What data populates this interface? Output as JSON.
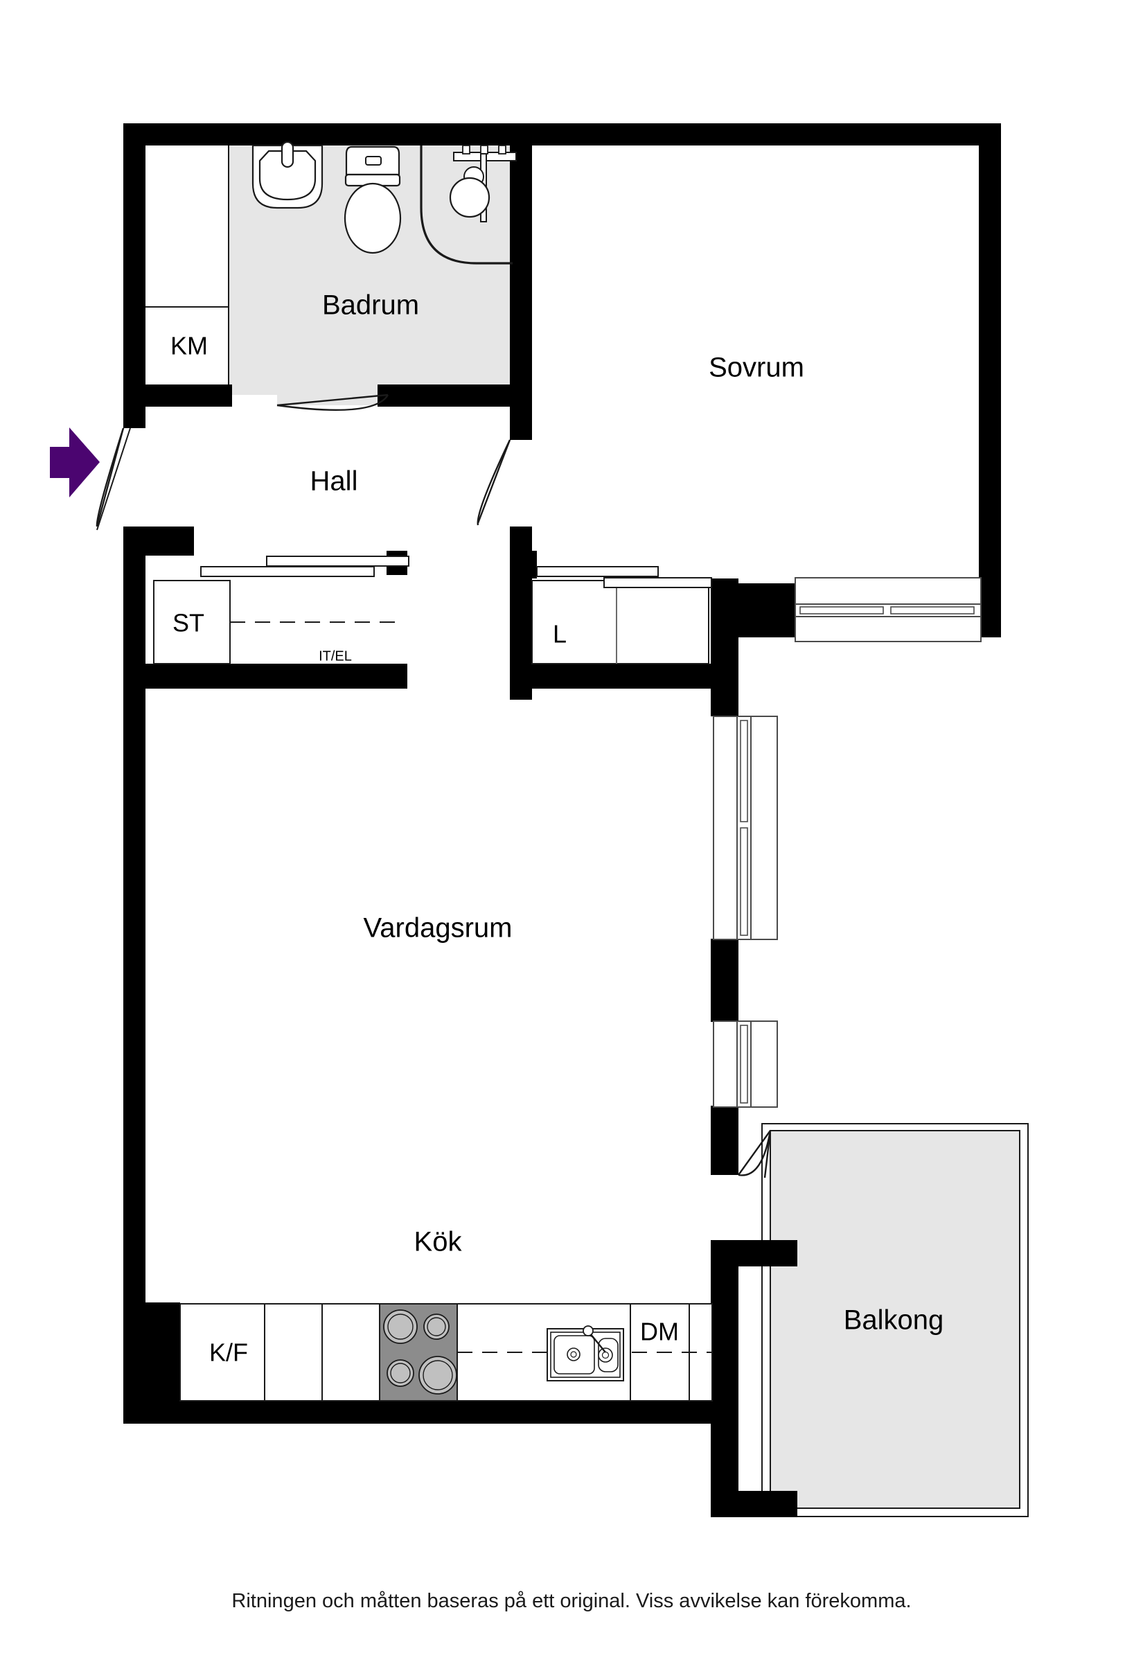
{
  "document": {
    "type": "floor-plan",
    "language": "sv",
    "caption": "Ritningen och måtten baseras på ett original. Viss avvikelse kan förekomma."
  },
  "colors": {
    "wall": "#000000",
    "background": "#ffffff",
    "floor_fill": "#ffffff",
    "wet_room_fill": "#e6e6e6",
    "balcony_fill": "#e6e6e6",
    "stove_fill": "#8c8c8c",
    "burner_fill": "#c0c0c0",
    "entrance_arrow": "#4b0570",
    "fixture_stroke": "#1a1a1a",
    "text": "#000000"
  },
  "rooms": [
    {
      "id": "badrum",
      "label": "Badrum",
      "size": "lg"
    },
    {
      "id": "sovrum",
      "label": "Sovrum",
      "size": "lg"
    },
    {
      "id": "hall",
      "label": "Hall",
      "size": "lg"
    },
    {
      "id": "vardagsrum",
      "label": "Vardagsrum",
      "size": "lg"
    },
    {
      "id": "kok",
      "label": "Kök",
      "size": "lg"
    },
    {
      "id": "balkong",
      "label": "Balkong",
      "size": "lg"
    }
  ],
  "annotations": [
    {
      "id": "km",
      "label": "KM",
      "meaning": "kombimaskin",
      "size": "md"
    },
    {
      "id": "st",
      "label": "ST",
      "meaning": "stadskaap",
      "size": "md"
    },
    {
      "id": "itel",
      "label": "IT/EL",
      "meaning": "it-el-central",
      "size": "sm"
    },
    {
      "id": "l",
      "label": "L",
      "meaning": "linneskap",
      "size": "md"
    },
    {
      "id": "kf",
      "label": "K/F",
      "meaning": "kyl-frys",
      "size": "md"
    },
    {
      "id": "dm",
      "label": "DM",
      "meaning": "diskmaskin",
      "size": "md"
    }
  ],
  "fixtures": [
    {
      "id": "washbasin",
      "name": "wash-basin-icon",
      "room": "badrum"
    },
    {
      "id": "toilet",
      "name": "toilet-icon",
      "room": "badrum"
    },
    {
      "id": "shower",
      "name": "shower-icon",
      "room": "badrum"
    },
    {
      "id": "shower-screen",
      "name": "shower-screen-icon",
      "room": "badrum"
    },
    {
      "id": "stove",
      "name": "stove-cooktop-icon",
      "room": "kok"
    },
    {
      "id": "sink",
      "name": "kitchen-sink-icon",
      "room": "kok"
    }
  ],
  "openings": [
    {
      "id": "entrance-door",
      "name": "entrance-door",
      "swing": "inward"
    },
    {
      "id": "badrum-door",
      "name": "bathroom-door",
      "swing": "inward"
    },
    {
      "id": "sovrum-door",
      "name": "bedroom-door",
      "swing": "inward"
    },
    {
      "id": "balkong-door",
      "name": "balcony-door",
      "swing": "outward"
    },
    {
      "id": "sovrum-window",
      "name": "bedroom-window",
      "panes": 2
    },
    {
      "id": "living-window-1",
      "name": "living-room-window-upper",
      "panes": 2
    },
    {
      "id": "living-window-2",
      "name": "living-room-window-lower",
      "panes": 2
    }
  ],
  "markers": [
    {
      "id": "entrance-arrow",
      "name": "entrance-arrow-icon",
      "direction": "right"
    }
  ]
}
